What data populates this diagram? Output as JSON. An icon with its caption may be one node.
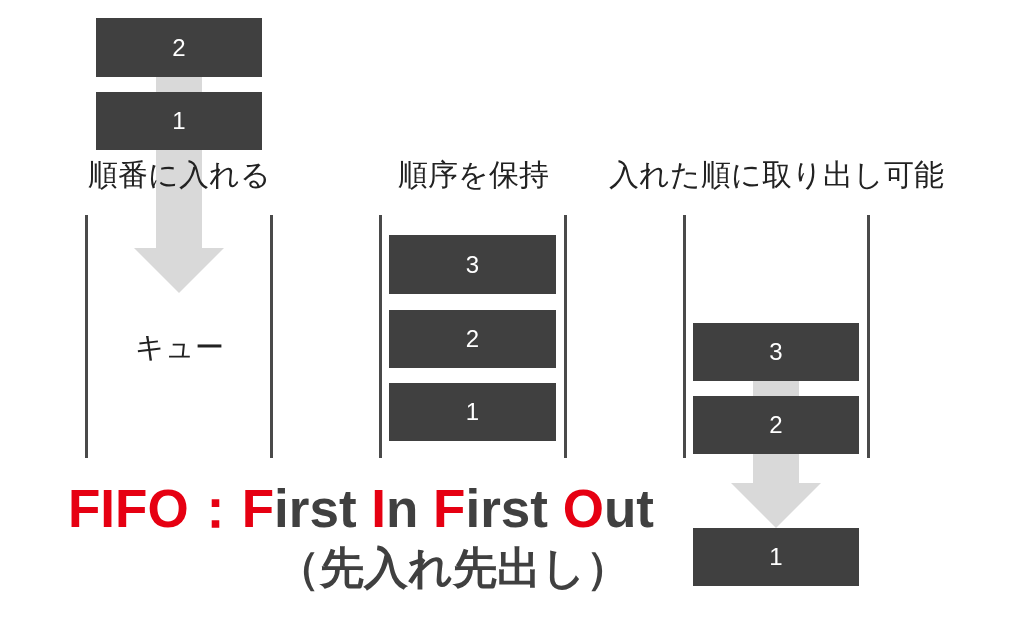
{
  "diagram": {
    "nodes": [
      {
        "text": [
          "2"
        ]
      },
      {
        "text": [
          "1"
        ]
      },
      {
        "text": [
          "順番に入れる",
          "キュー"
        ]
      },
      {
        "text": [
          "順序を保持"
        ]
      },
      {
        "text": [
          "3"
        ],
        "in": 3
      },
      {
        "text": [
          "2"
        ],
        "in": 3
      },
      {
        "text": [
          "1"
        ],
        "in": 3
      },
      {
        "text": [
          "入れた順に取り出し可能"
        ]
      },
      {
        "text": [
          "3"
        ],
        "in": 7
      },
      {
        "text": [
          "2"
        ],
        "in": 7
      },
      {
        "text": [
          "1"
        ]
      }
    ],
    "edges": [
      {
        "from": 0,
        "to": 1,
        "arrow": "none"
      },
      {
        "from": 1,
        "to": 2,
        "arrow": "to"
      },
      {
        "from": 8,
        "to": 9,
        "arrow": "none"
      },
      {
        "from": 9,
        "to": 10,
        "arrow": "to"
      }
    ],
    "labels": [
      "FIFO：First In First Out",
      "（先入れ先出し）"
    ]
  }
}
